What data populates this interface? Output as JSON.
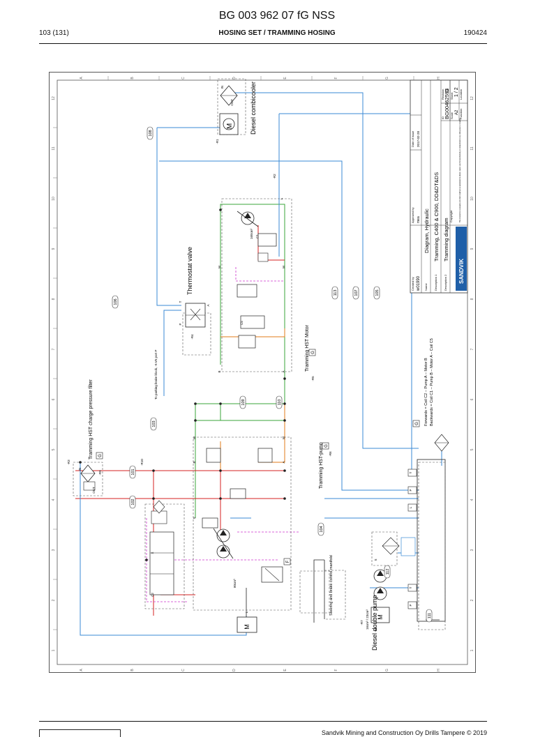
{
  "document": {
    "code": "BG 003 962 07 fG NSS",
    "page": "103 (131)",
    "section": "HOSING SET / TRAMMING HOSING",
    "date": "190424",
    "footer": "Sandvik Mining and Construction Oy Drills Tampere © 2019"
  },
  "frame": {
    "columns": [
      "A",
      "B",
      "C",
      "D",
      "E",
      "F",
      "G",
      "H"
    ],
    "rows": [
      "1",
      "2",
      "3",
      "4",
      "5",
      "6",
      "7",
      "8",
      "9",
      "10",
      "11",
      "12"
    ]
  },
  "title_block": {
    "created_by_label": "Created by",
    "created_by": "w01990",
    "approved_by_label": "Approved by",
    "approved_by": "mea",
    "date_of_issue_label": "Date of issue",
    "date_of_issue": "2017-02-28",
    "name_label": "Name",
    "name": "Diagram, Hydraulic",
    "description1_label": "Description 1",
    "description1": "Tramming, C400 & C900, DD&DT&DS",
    "description2_label": "Description 2",
    "description2": "Tramming diagram",
    "id_label": "ID",
    "id": "BG00462593",
    "revision_label": "Revision",
    "revision": "G",
    "sheet_label": "Sheet",
    "sheet": "1 / 2",
    "scale_label": "Scale",
    "scale": "A2",
    "function_label": "Function",
    "location_label": "Location",
    "copyright_label": "Copyright",
    "legal": "This document is our property and shall not without our permission be altered, copied, used for manufacturing or communicated to any other person or company.",
    "logo": "SANDVIK"
  },
  "components": {
    "diesel_combicooler": "Diesel combicooler",
    "thermostat_valve": "Thermostat valve",
    "tramming_hst_motor": "Tramming HST Motor",
    "tramming_hst_pump": "Tramming HST-pump",
    "tramming_hst_charge_filter": "Tramming HST charge pressure filter",
    "steering_brake_manifold": "Steering and brake control manifold",
    "diesel_double_pump": "Diesel double pump",
    "parking_brake": "To parking brake block, -9.V5 port P",
    "motor_symbol": "M",
    "marker_g": "G",
    "marker_f": "F",
    "motor_disp": "160cm³",
    "pump_disp": "80cm³",
    "double_pump_disp": "16cm³ / 23cm³"
  },
  "notes": {
    "forwards": "Forwards = Coil C2 – Pump A – Motor B",
    "backwards": "Backwards = Coil C1 – Pump B – Motor A – Coil C5"
  },
  "references": {
    "codes": [
      "-R1",
      "-R2",
      "-R3",
      "-R4",
      "-R5",
      "-R6",
      "-R7",
      "-R8",
      "-R9",
      "-R10"
    ]
  },
  "hose_numbers": [
    "101",
    "102",
    "103",
    "104",
    "105",
    "106",
    "107",
    "108",
    "109",
    "110",
    "111",
    "112",
    "113"
  ],
  "ports": [
    "IN",
    "OUT",
    "T",
    "P",
    "A",
    "B",
    "M",
    "L",
    "S",
    "X",
    "C1",
    "C2",
    "C5"
  ]
}
